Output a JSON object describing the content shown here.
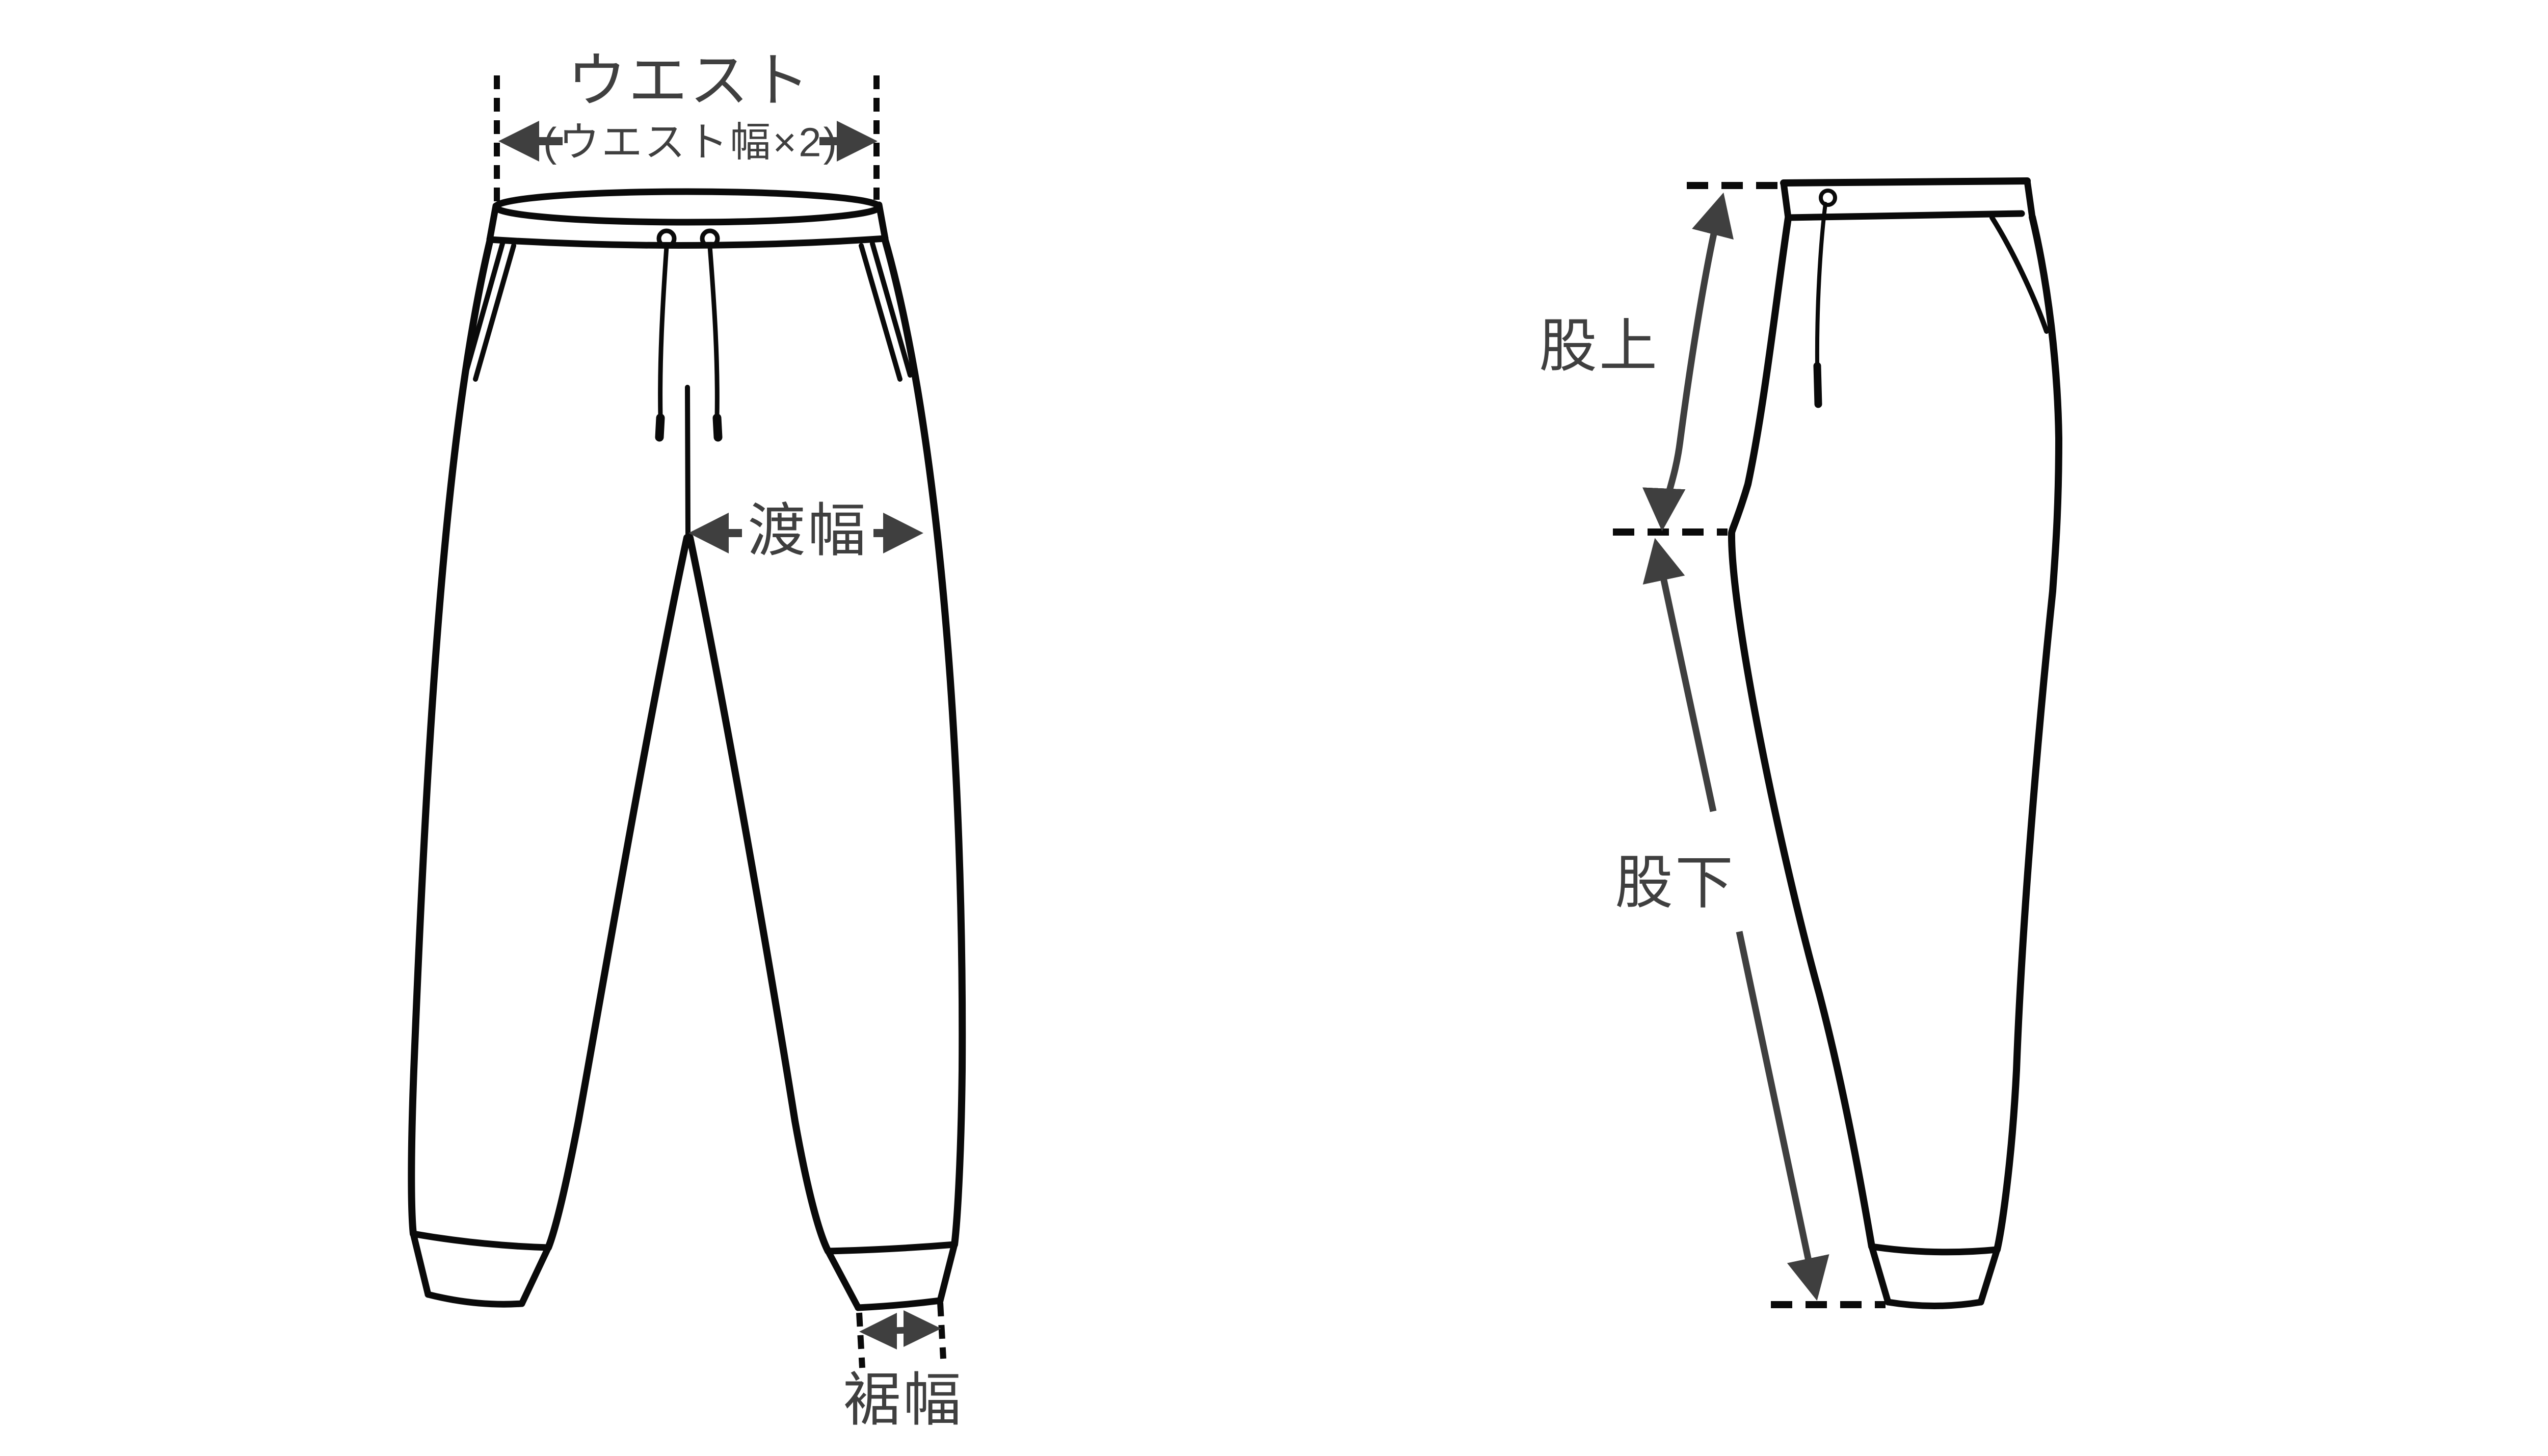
{
  "diagram": {
    "title": "pants-measurement-diagram",
    "background_color": "#ffffff",
    "ink_color": "#0a0a0a",
    "annotation_color": "#3f3f3f",
    "front_view": {
      "name": "front-view-joggers",
      "waist_label": "ウエスト",
      "waist_sublabel": "(ウエスト幅×2)",
      "thigh_width_label": "渡幅",
      "hem_width_label": "裾幅"
    },
    "side_view": {
      "name": "side-view-joggers",
      "rise_label": "股上",
      "inseam_label": "股下"
    }
  }
}
